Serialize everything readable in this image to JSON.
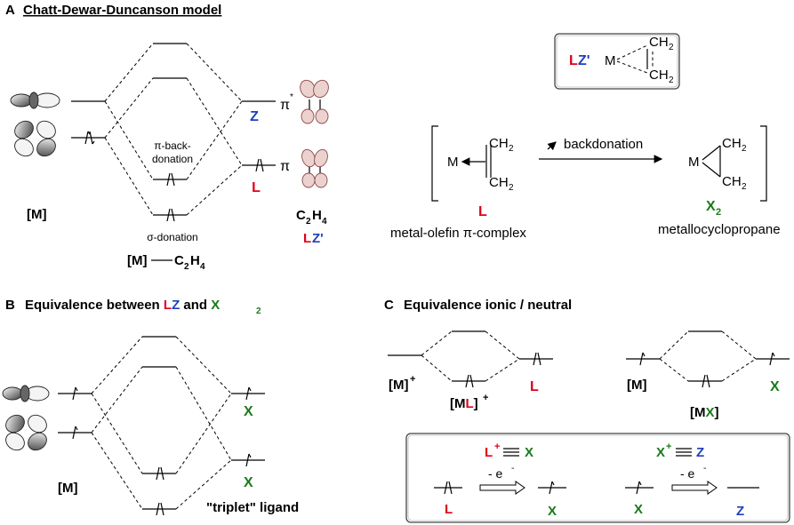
{
  "panel_a": {
    "letter": "A",
    "title": "Chatt-Dewar-Duncanson model",
    "label_M": "[M]",
    "label_complex_left": "[M]",
    "label_complex_right": "C",
    "label_complex_sub": "2",
    "label_complex_h": "H",
    "label_complex_hsub": "4",
    "label_C2H4_main": "C",
    "label_C2H4_sub": "2",
    "label_C2H4_h": "H",
    "label_C2H4_hsub": "4",
    "label_pi_star": "π",
    "label_star": "*",
    "label_pi": "π",
    "label_Z": "Z",
    "label_L": "L",
    "label_backdonation_1": "π-back-",
    "label_backdonation_2": "donation",
    "label_sigma_donation": "σ-donation",
    "label_LZprime_L": "L",
    "label_LZprime_Z": "Z'",
    "box_L": "L",
    "box_Z": "Z'",
    "box_M": "M",
    "box_CH_top": "CH",
    "box_CH_top_sub": "2",
    "box_CH_bot": "CH",
    "box_CH_bot_sub": "2",
    "scheme_M_left": "M",
    "scheme_CH_top": "CH",
    "scheme_CH_top_sub": "2",
    "scheme_CH_bot": "CH",
    "scheme_CH_bot_sub": "2",
    "scheme_arrow_label": "backdonation",
    "scheme_M_right": "M",
    "scheme_right_CH_top": "CH",
    "scheme_right_CH_top_sub": "2",
    "scheme_right_CH_bot": "CH",
    "scheme_right_CH_bot_sub": "2",
    "scheme_L": "L",
    "scheme_L_caption_1": "metal-olefin ",
    "scheme_L_caption_pi": "π",
    "scheme_L_caption_2": "-complex",
    "scheme_X2_main": "X",
    "scheme_X2_sub": "2",
    "scheme_X2_caption": "metallocyclopropane"
  },
  "panel_b": {
    "letter": "B",
    "title_1": "Equivalence between ",
    "title_L": "L",
    "title_Z": "Z",
    "title_and": " and ",
    "title_X": "X",
    "title_X_sub": "2",
    "label_M": "[M]",
    "label_X_top": "X",
    "label_X_bottom": "X",
    "label_triplet": "\"triplet\" ligand"
  },
  "panel_c": {
    "letter": "C",
    "title": "Equivalence ionic / neutral",
    "label_Mplus": "[M]",
    "label_Mplus_sup": "+",
    "label_ML_left": "[M",
    "label_ML_L": "L",
    "label_ML_right": "]",
    "label_ML_sup": "+",
    "label_L": "L",
    "label_M2": "[M]",
    "label_MX_left": "[M",
    "label_MX_X": "X",
    "label_MX_right": "]",
    "label_X": "X",
    "box_eq1_L": "L",
    "box_eq1_sup": "+",
    "box_eq1_X": "X",
    "box_eq2_X": "X",
    "box_eq2_sup": "+",
    "box_eq2_Z": "Z",
    "box_minus_e_1": "- e",
    "box_minus_e_1_sup": "-",
    "box_minus_e_2": "- e",
    "box_minus_e_2_sup": "-",
    "box_L": "L",
    "box_X1": "X",
    "box_X2": "X",
    "box_Z": "Z"
  }
}
